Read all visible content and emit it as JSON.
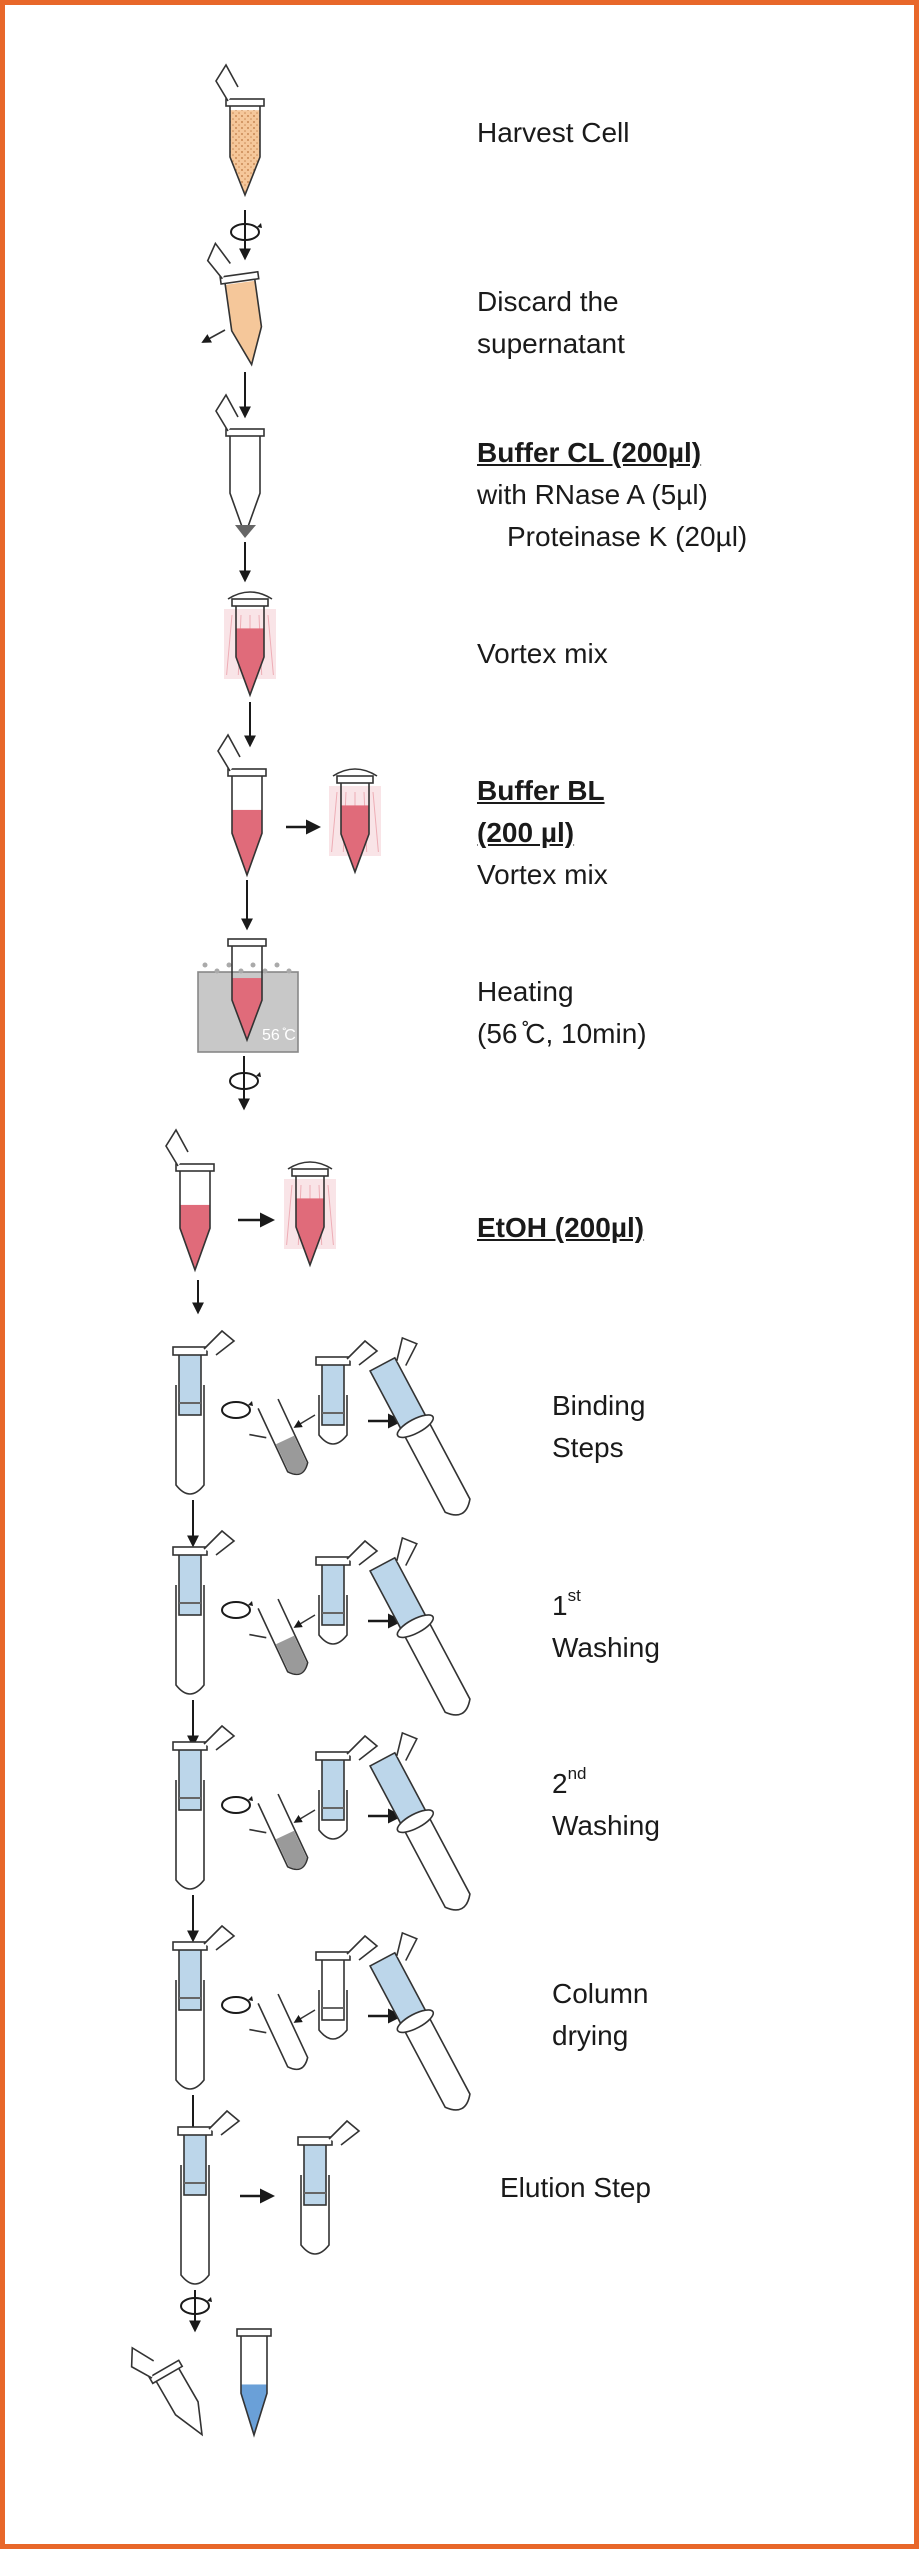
{
  "colors": {
    "frame": "#e8672a",
    "cell_pellet": "#f5c79a",
    "lysate": "#e06b7a",
    "column": "#bcd6ea",
    "waste": "#9a9a9a",
    "bath_water": "#c8c8c8",
    "eluate": "#6aa0d8"
  },
  "icons": [
    "centrifuge-icon",
    "tube-icon",
    "vortex-icon",
    "water-bath-icon",
    "spin-column-icon",
    "down-arrow-icon",
    "right-arrow-icon"
  ],
  "steps": {
    "harvest": {
      "label": "Harvest Cell"
    },
    "discard": {
      "line1": "Discard the",
      "line2": "supernatant"
    },
    "buffer_cl": {
      "title": "Buffer CL (200µl)",
      "line2": "with RNase A (5µl)",
      "line3": "Proteinase K (20µl)"
    },
    "vortex": {
      "label": "Vortex mix"
    },
    "buffer_bl": {
      "title1": "Buffer BL",
      "title2": "(200 µl)",
      "line3": "Vortex mix"
    },
    "heating": {
      "line1": "Heating",
      "line2": "(56 ̊C, 10min)",
      "bath_text": "56 ̊C"
    },
    "etoh": {
      "title": "EtOH (200µl)"
    },
    "binding": {
      "line1": "Binding",
      "line2": "Steps"
    },
    "wash1": {
      "num": "1",
      "sup": "st",
      "line2": "Washing"
    },
    "wash2": {
      "num": "2",
      "sup": "nd",
      "line2": "Washing"
    },
    "drying": {
      "line1": "Column",
      "line2": "drying"
    },
    "elution": {
      "label": "Elution Step"
    }
  }
}
